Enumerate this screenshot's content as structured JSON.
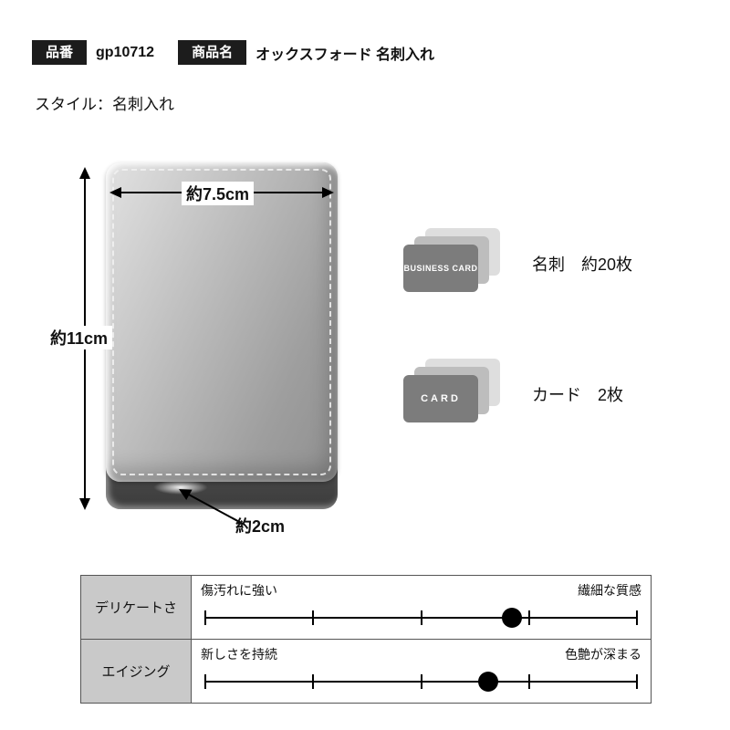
{
  "header": {
    "item_label": "品番",
    "item_value": "gp10712",
    "name_label": "商品名",
    "name_value": "オックスフォード 名刺入れ"
  },
  "style_line": "スタイル：名刺入れ",
  "product": {
    "width_label": "約7.5cm",
    "height_label": "約11cm",
    "depth_label": "約2cm"
  },
  "capacity": {
    "items": [
      {
        "card_text": "BUSINESS CARD",
        "label": "名刺　約20枚"
      },
      {
        "card_text": "CARD",
        "label": "カード　2枚"
      }
    ]
  },
  "spec_table": {
    "ticks": [
      0,
      0.25,
      0.5,
      0.75,
      1
    ],
    "rows": [
      {
        "name": "デリケートさ",
        "left": "傷汚れに強い",
        "right": "繊細な質感",
        "value": 0.71
      },
      {
        "name": "エイジング",
        "left": "新しさを持続",
        "right": "色艶が深まる",
        "value": 0.655
      }
    ]
  },
  "colors": {
    "tag_bg": "#1c1c1c",
    "case_dark": "#474747",
    "case_light": "#c2c2c2",
    "table_name_bg": "#c9c9c9"
  }
}
